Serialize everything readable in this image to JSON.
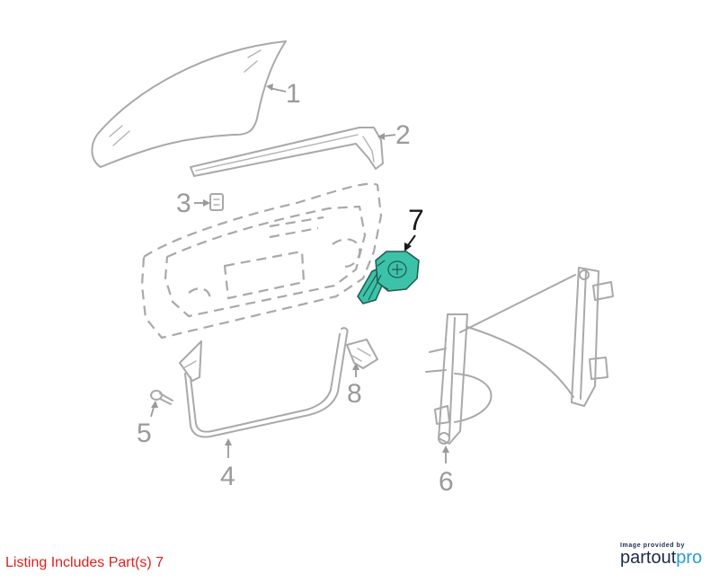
{
  "diagram": {
    "callouts": [
      {
        "number": "1",
        "part": "door-glass"
      },
      {
        "number": "2",
        "part": "glass-run-channel"
      },
      {
        "number": "3",
        "part": "clip"
      },
      {
        "number": "4",
        "part": "weatherstrip"
      },
      {
        "number": "5",
        "part": "bolt"
      },
      {
        "number": "6",
        "part": "window-regulator"
      },
      {
        "number": "7",
        "part": "window-motor"
      },
      {
        "number": "8",
        "part": "bracket"
      }
    ],
    "highlighted_part": "7",
    "highlight_color": "#3cc2a8"
  },
  "footer": {
    "listing_note": "Listing Includes Part(s) 7",
    "listing_note_color": "#e0201c",
    "brand_caption": "Image provided by",
    "brand_name_part1": "partout",
    "brand_name_part2": "pro",
    "brand_color": "#1c2b4a",
    "brand_accent_color": "#2a9bd6"
  }
}
